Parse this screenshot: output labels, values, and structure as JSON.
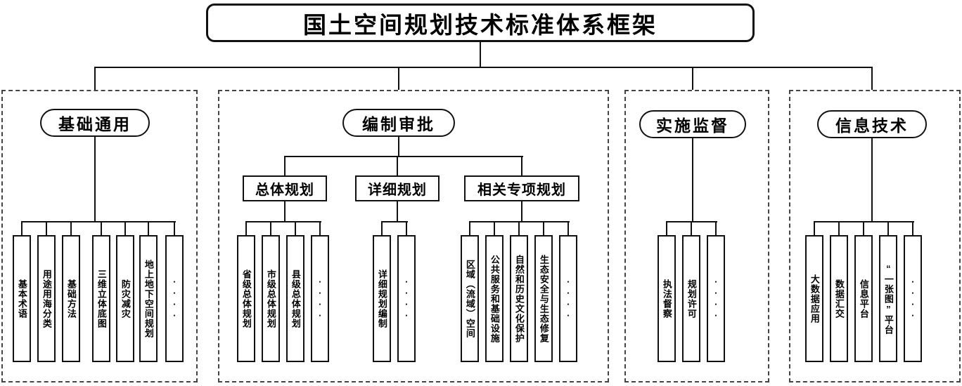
{
  "title": "国土空间规划技术标准体系框架",
  "groups": [
    {
      "label": "基础通用",
      "children": [
        "基本术语",
        "用途用海分类",
        "基础方法",
        "三维立体底图",
        "防灾减灾",
        "地上地下空间规划",
        "····"
      ]
    },
    {
      "label": "编制审批",
      "subgroups": [
        {
          "label": "总体规划",
          "children": [
            "省级总体规划",
            "市级总体规划",
            "县级总体规划",
            "····"
          ]
        },
        {
          "label": "详细规划",
          "children": [
            "详细规划编制",
            "····"
          ]
        },
        {
          "label": "相关专项规划",
          "children": [
            "区域（流域）空间",
            "公共服务和基础设施",
            "自然和历史文化保护",
            "生态安全与生态修复",
            "····"
          ]
        }
      ]
    },
    {
      "label": "实施监督",
      "children": [
        "执法督察",
        "规划许可",
        "····"
      ]
    },
    {
      "label": "信息技术",
      "children": [
        "大数据应用",
        "数据汇交",
        "信息平台",
        "“一张图”平台",
        "····"
      ]
    }
  ],
  "line_color": "#111111"
}
